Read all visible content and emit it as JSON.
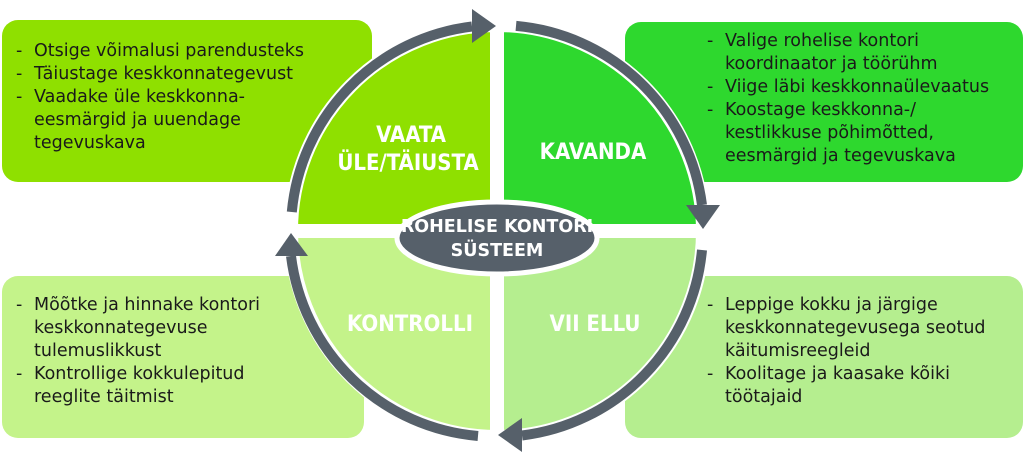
{
  "center": {
    "line1": "ROHELISE KONTORI",
    "line2": "SÜSTEEM"
  },
  "quadrants": {
    "top_left": {
      "line1": "VAATA",
      "line2": "ÜLE/TÄIUSTA"
    },
    "top_right": {
      "label": "KAVANDA"
    },
    "bottom_left": {
      "label": "KONTROLLI"
    },
    "bottom_right": {
      "label": "VII ELLU"
    }
  },
  "boxes": {
    "top_left": [
      [
        "Otsige võimalusi parendusteks"
      ],
      [
        "Täiustage keskkonnategevust"
      ],
      [
        "Vaadake üle keskkonna-",
        "eesmärgid ja uuendage",
        "tegevuskava"
      ]
    ],
    "top_right": [
      [
        "Valige rohelise kontori",
        "koordinaator ja töörühm"
      ],
      [
        "Viige läbi keskkonnaülevaatus"
      ],
      [
        "Koostage keskkonna-/",
        "kestlikkuse põhimõtted,",
        "eesmärgid ja tegevuskava"
      ]
    ],
    "bottom_left": [
      [
        "Mõõtke ja hinnake kontori",
        "keskkonnategevuse",
        "tulemuslikkust"
      ],
      [
        "Kontrollige kokkulepitud",
        "reeglite täitmist"
      ]
    ],
    "bottom_right": [
      [
        "Leppige kokku ja järgige",
        "keskkonnategevusega seotud",
        "käitumisreegleid"
      ],
      [
        "Koolitage ja kaasake kõiki",
        "töötajaid"
      ]
    ]
  },
  "colors": {
    "top_left": "#8fe000",
    "top_right": "#2ed82e",
    "bottom_left": "#c4f38a",
    "bottom_right": "#b5ee8f",
    "ring": "#56606a",
    "center": "#56606a"
  }
}
